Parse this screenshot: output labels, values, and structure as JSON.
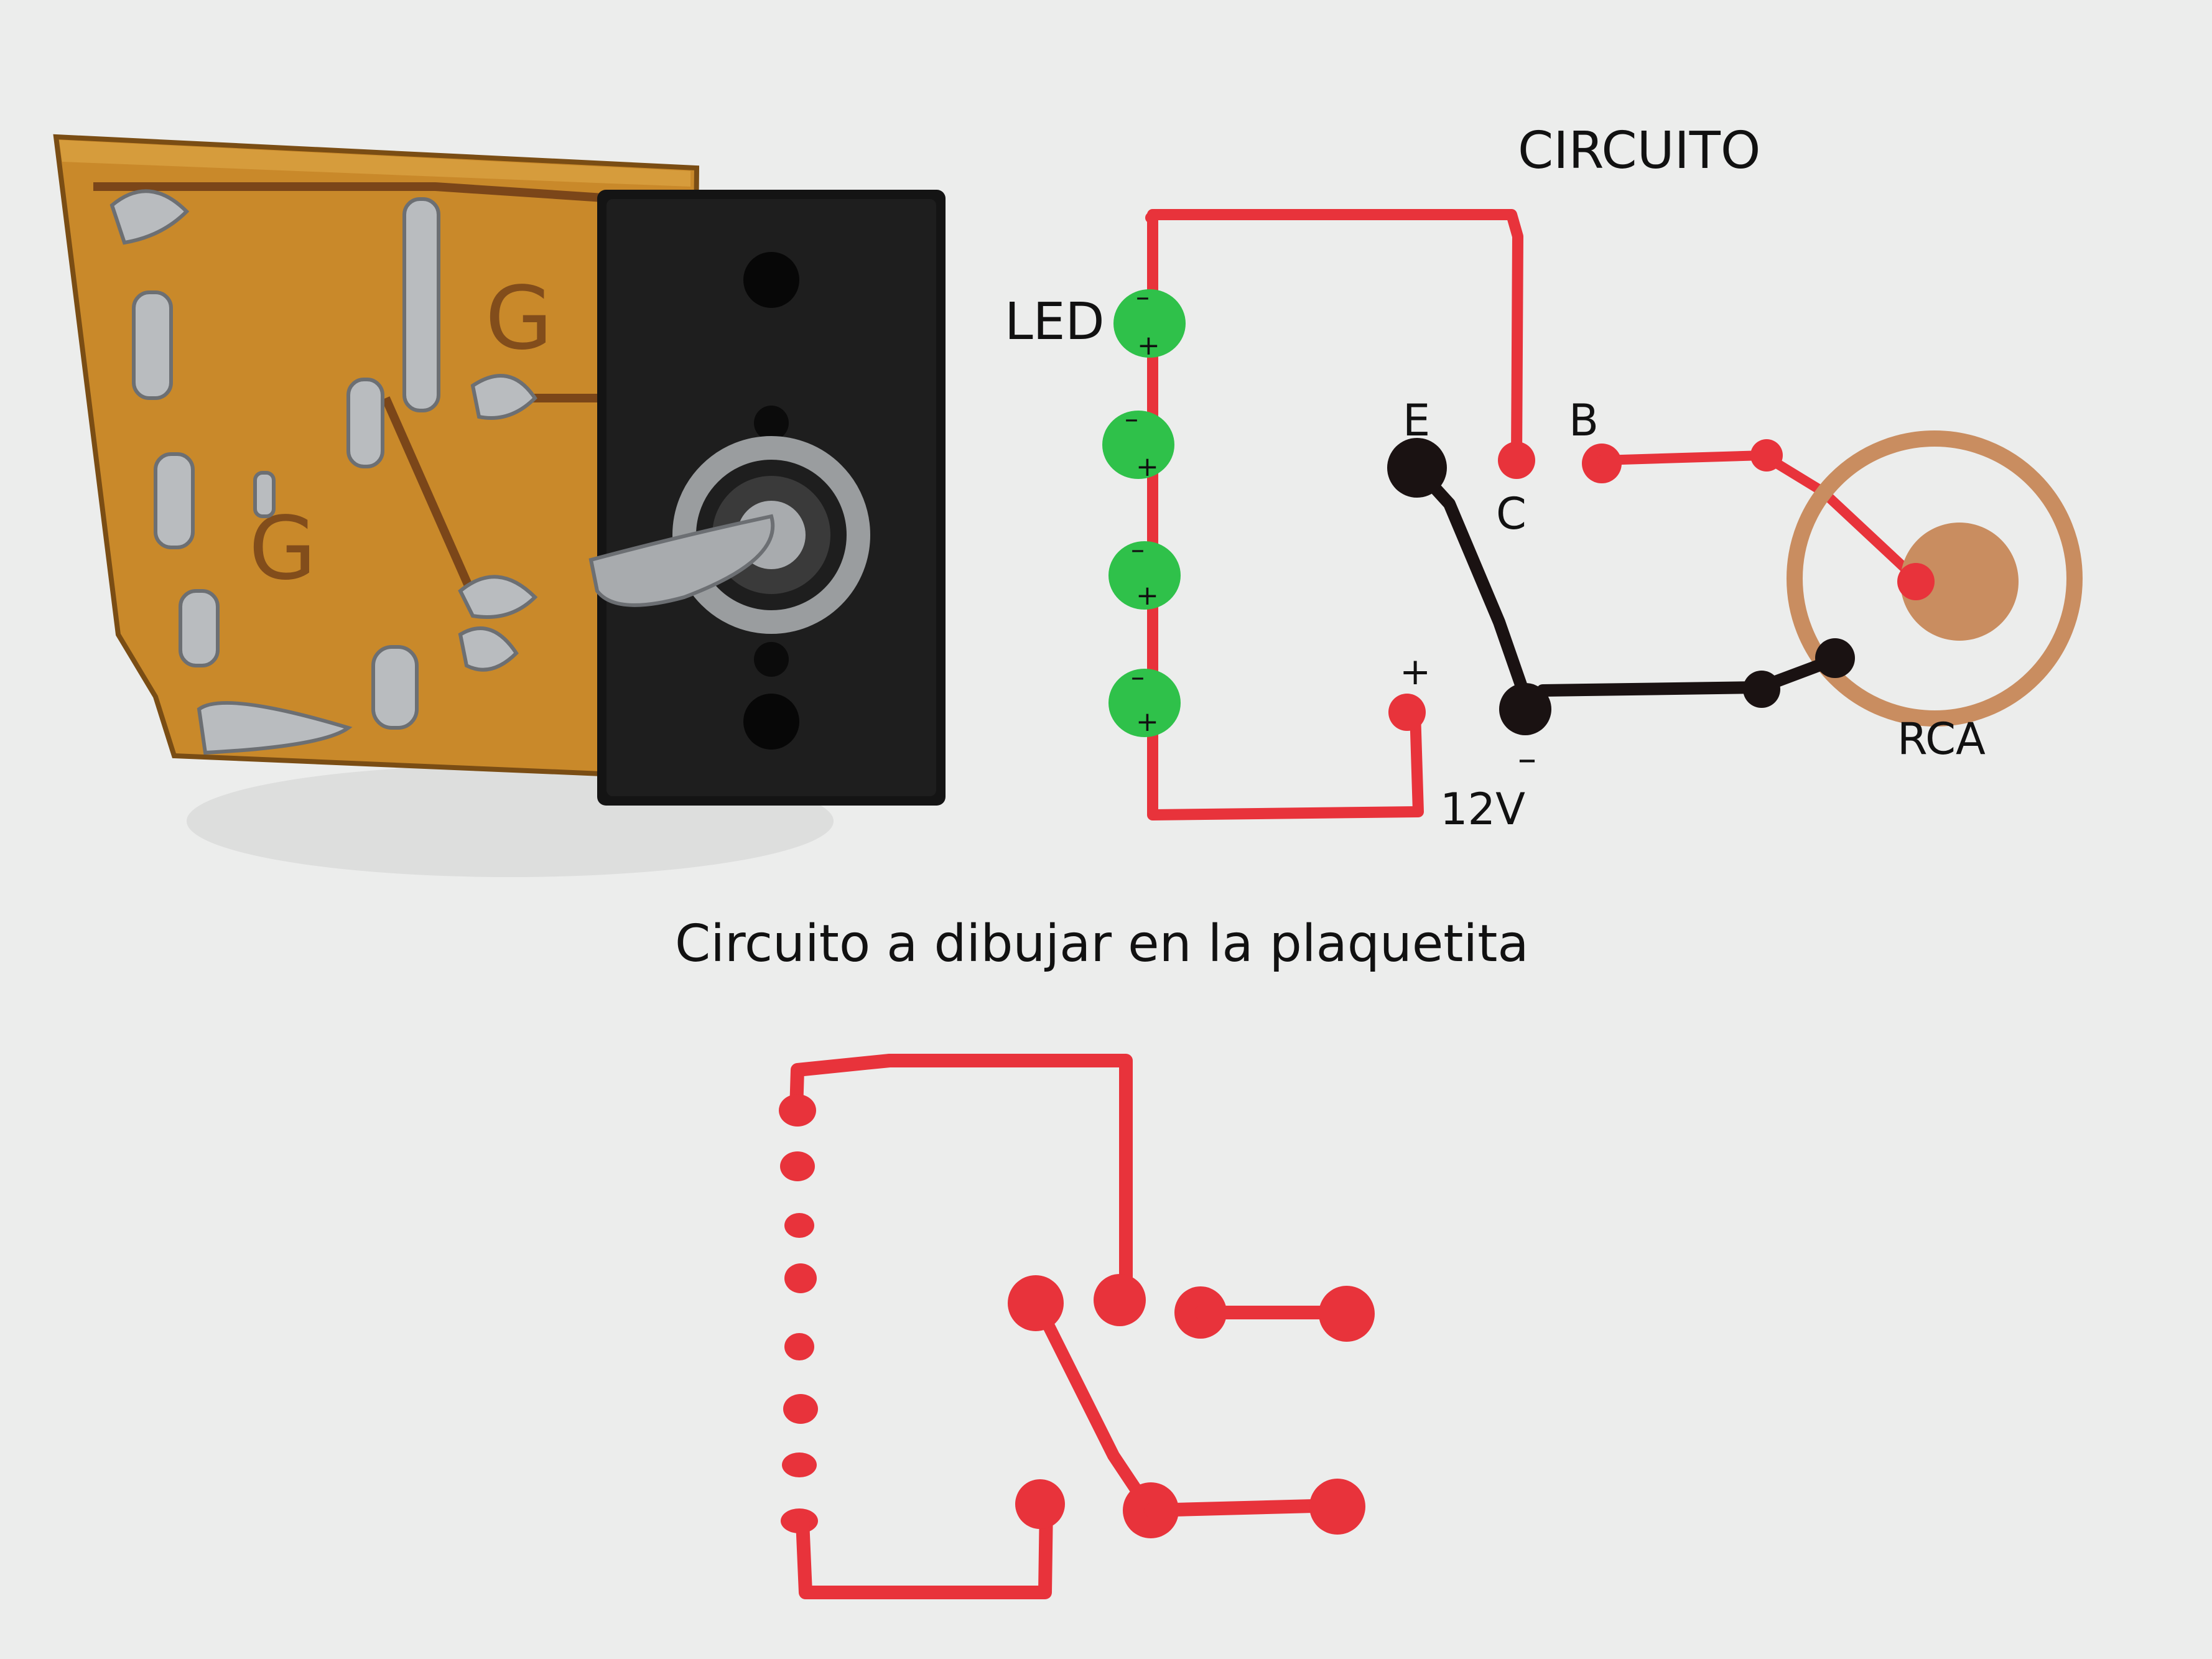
{
  "diagram": {
    "title": "CIRCUITO",
    "led_label": "LED",
    "led_minus_sign": "–",
    "led_plus_sign": "+",
    "pin_e": "E",
    "pin_b": "B",
    "pin_c": "C",
    "supply_plus": "+",
    "supply_minus": "–",
    "supply_voltage": "12V",
    "rca_label": "RCA",
    "led_count": 4
  },
  "pcb_layout": {
    "caption": "Circuito a dibujar en la plaquetita",
    "pad_count_left_column": 8
  },
  "colors": {
    "background": "#ecedec",
    "trace_red": "#e8333b",
    "wire_black": "#1a1212",
    "led_green": "#2fc14a",
    "rca_brown": "#c98d60",
    "board_orange": "#c9892a",
    "socket_black": "#141414"
  }
}
